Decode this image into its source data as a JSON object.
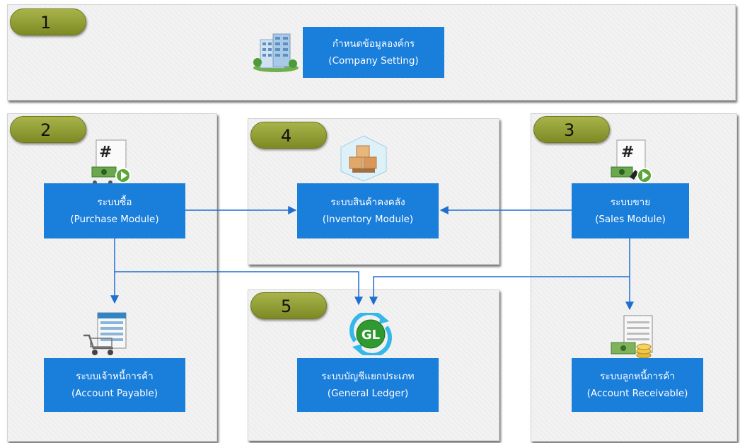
{
  "sections": [
    {
      "number": "1"
    },
    {
      "number": "2"
    },
    {
      "number": "3"
    },
    {
      "number": "4"
    },
    {
      "number": "5"
    }
  ],
  "modules": {
    "company": {
      "thai": "กำหนดข้อมูลองค์กร",
      "english": "(Company Setting)"
    },
    "purchase": {
      "thai": "ระบบซื้อ",
      "english": "(Purchase Module)"
    },
    "inventory": {
      "thai": "ระบบสินค้าคงคลัง",
      "english": "(Inventory Module)"
    },
    "sales": {
      "thai": "ระบบขาย",
      "english": "(Sales Module)"
    },
    "payable": {
      "thai": "ระบบเจ้าหนี้การค้า",
      "english": "(Account Payable)"
    },
    "ledger": {
      "thai": "ระบบบัญชีแยกประเภท",
      "english": "(General Ledger)"
    },
    "receivable": {
      "thai": "ระบบลูกหนี้การค้า",
      "english": "(Account Receivable)"
    }
  },
  "icons": {
    "doc_hash": "#",
    "gl": "GL"
  },
  "colors": {
    "module_box": "#1a7edb",
    "connector": "#1f6fd1",
    "badge": "#8c9a2e"
  }
}
